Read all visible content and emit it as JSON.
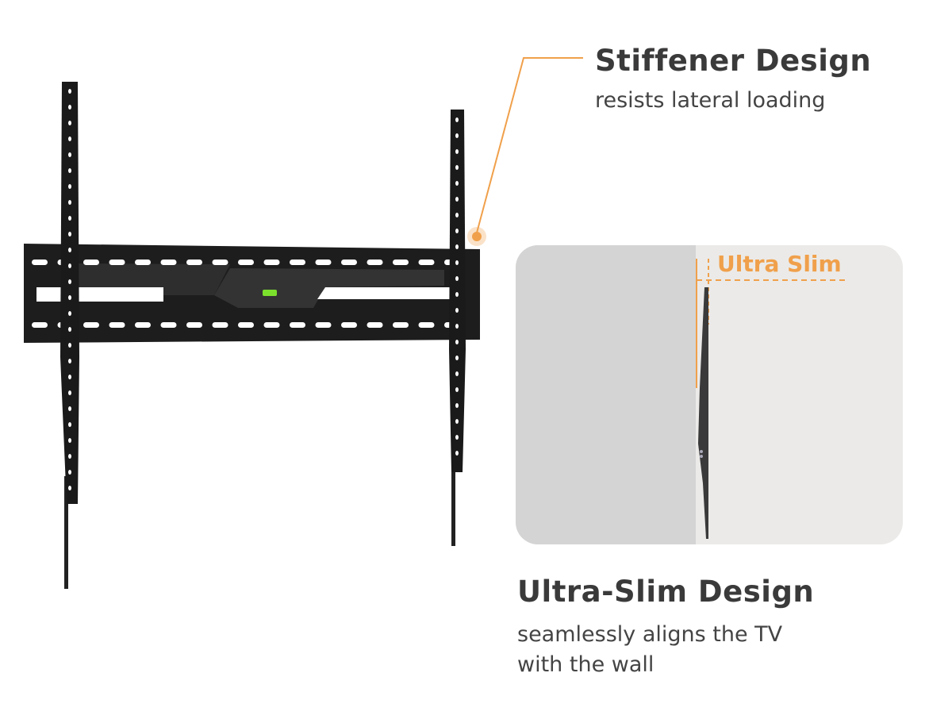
{
  "stiffener": {
    "title": "Stiffener Design",
    "subtitle": "resists lateral loading"
  },
  "ultra_slim": {
    "label": "Ultra Slim",
    "title": "Ultra-Slim Design",
    "subtitle_line1": "seamlessly aligns the TV",
    "subtitle_line2": "with the wall"
  },
  "colors": {
    "accent": "#f0a04b",
    "text": "#3b3a3a",
    "wall": "#d4d4d4",
    "panel": "#ebeae8",
    "bubble_level": "#7be02c"
  }
}
